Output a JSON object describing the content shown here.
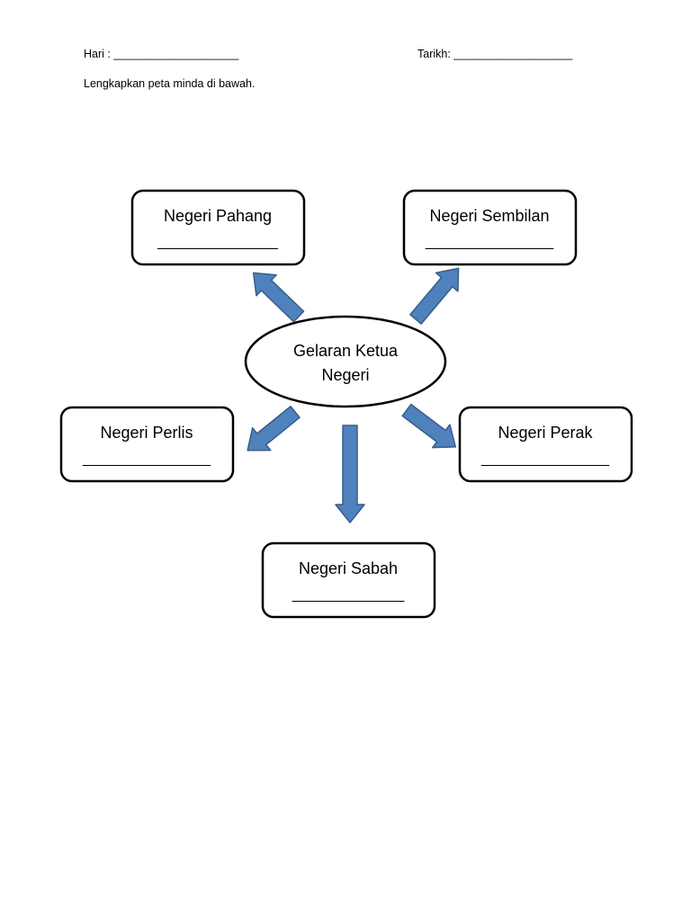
{
  "header": {
    "hari": "Hari : ____________________",
    "tarikh": "Tarikh: ___________________"
  },
  "instruction": "Lengkapkan peta minda di bawah.",
  "center": {
    "line1": "Gelaran Ketua",
    "line2": "Negeri"
  },
  "boxes": {
    "pahang": {
      "title": "Negeri Pahang",
      "blank": "_______________"
    },
    "sembilan": {
      "title": "Negeri Sembilan",
      "blank": "________________"
    },
    "perlis": {
      "title": "Negeri Perlis",
      "blank": "________________"
    },
    "perak": {
      "title": "Negeri Perak",
      "blank": "________________"
    },
    "sabah": {
      "title": "Negeri Sabah",
      "blank": "______________"
    }
  },
  "colors": {
    "arrow_fill": "#4f81bd",
    "arrow_stroke": "#385d8a",
    "box_stroke": "#000000"
  }
}
